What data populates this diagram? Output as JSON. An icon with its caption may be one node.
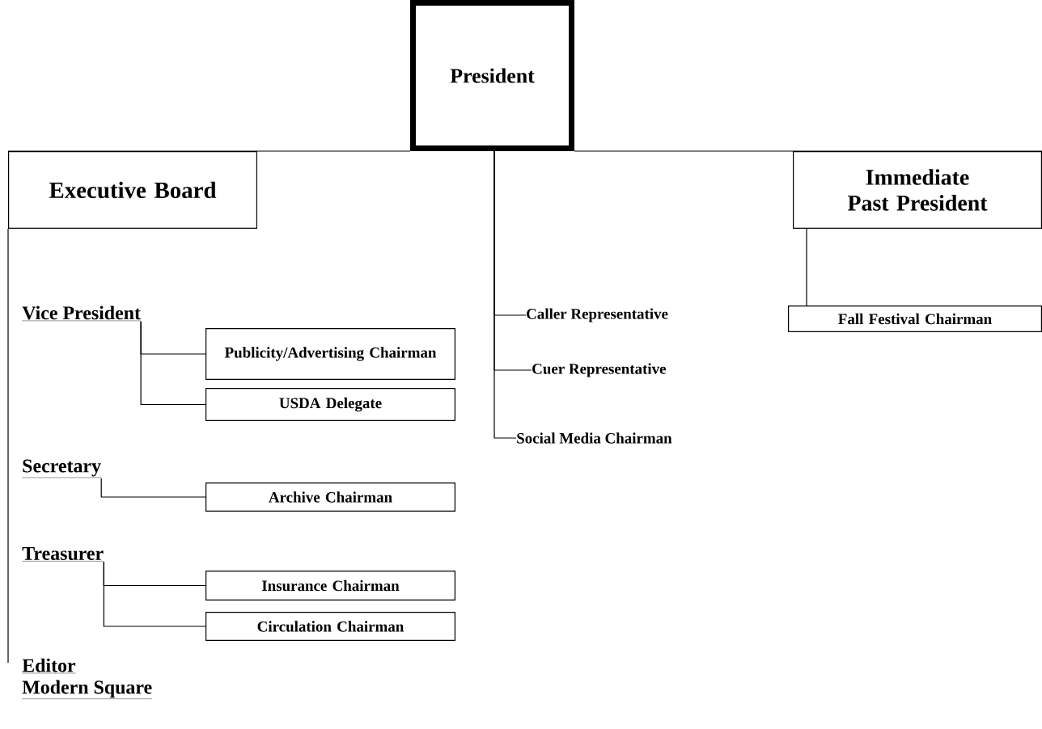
{
  "diagram": {
    "nodes": [
      {
        "text": [
          "President"
        ]
      },
      {
        "text": [
          "Executive Board"
        ]
      },
      {
        "text": [
          "Immediate Past President"
        ]
      },
      {
        "text": [
          "Vice President"
        ]
      },
      {
        "text": [
          "Publicity/Advertising Chairman"
        ]
      },
      {
        "text": [
          "USDA Delegate"
        ]
      },
      {
        "text": [
          "Secretary"
        ]
      },
      {
        "text": [
          "Archive Chairman"
        ]
      },
      {
        "text": [
          "Treasurer"
        ]
      },
      {
        "text": [
          "Insurance Chairman"
        ]
      },
      {
        "text": [
          "Circulation Chairman"
        ]
      },
      {
        "text": [
          "Editor",
          "Modern Square"
        ]
      },
      {
        "text": [
          "Caller Representative"
        ]
      },
      {
        "text": [
          "Cuer Representative"
        ]
      },
      {
        "text": [
          "Social Media Chairman"
        ]
      },
      {
        "text": [
          "Fall Festival Chairman"
        ]
      }
    ],
    "edges": [
      {
        "from": 0,
        "to": 1,
        "arrow": "none"
      },
      {
        "from": 0,
        "to": 2,
        "arrow": "none"
      },
      {
        "from": 1,
        "to": 11,
        "arrow": "none"
      },
      {
        "from": 3,
        "to": 4,
        "arrow": "none"
      },
      {
        "from": 3,
        "to": 5,
        "arrow": "none"
      },
      {
        "from": 6,
        "to": 7,
        "arrow": "none"
      },
      {
        "from": 8,
        "to": 9,
        "arrow": "none"
      },
      {
        "from": 8,
        "to": 10,
        "arrow": "none"
      },
      {
        "from": 0,
        "to": 12,
        "arrow": "none"
      },
      {
        "from": 0,
        "to": 13,
        "arrow": "none"
      },
      {
        "from": 0,
        "to": 14,
        "arrow": "none"
      },
      {
        "from": 2,
        "to": 15,
        "arrow": "none"
      }
    ]
  }
}
